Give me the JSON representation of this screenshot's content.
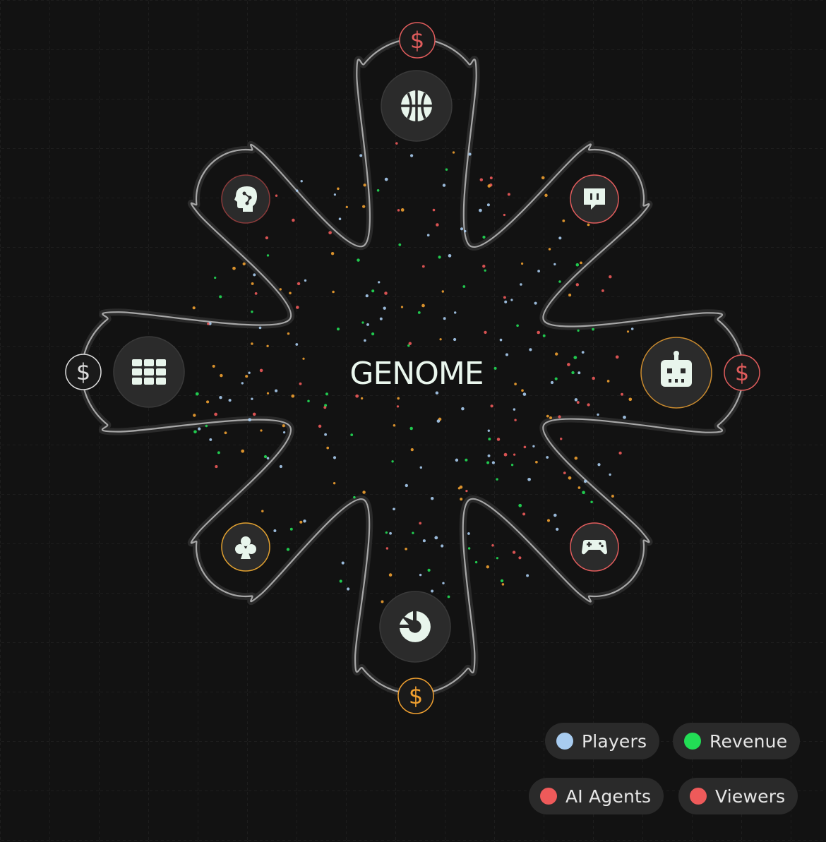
{
  "center": {
    "label": "GENOME",
    "color": "#eaf7ee"
  },
  "nodes": [
    {
      "id": "basketball",
      "icon": "basketball-icon",
      "ring": "#3a3a3a"
    },
    {
      "id": "twitch",
      "icon": "twitch-icon",
      "ring": "#e05c5c"
    },
    {
      "id": "robot",
      "icon": "robot-icon",
      "ring": "#c98a2e"
    },
    {
      "id": "gamepad",
      "icon": "gamepad-icon",
      "ring": "#e05c5c"
    },
    {
      "id": "pie",
      "icon": "pie-chart-icon",
      "ring": "#3a3a3a"
    },
    {
      "id": "club",
      "icon": "club-suit-icon",
      "ring": "#e0a030"
    },
    {
      "id": "grid",
      "icon": "grid-icon",
      "ring": "#3a3a3a"
    },
    {
      "id": "ai-head",
      "icon": "ai-head-icon",
      "ring": "#8a3a3a"
    }
  ],
  "revenue_badges": [
    {
      "position": "top",
      "symbol": "$",
      "color": "#e05c5c"
    },
    {
      "position": "right",
      "symbol": "$",
      "color": "#e05c5c"
    },
    {
      "position": "bottom",
      "symbol": "$",
      "color": "#f0a030"
    },
    {
      "position": "left",
      "symbol": "$",
      "color": "#dddddd"
    }
  ],
  "legend": [
    {
      "label": "Players",
      "color": "#a8ccf0"
    },
    {
      "label": "Revenue",
      "color": "#22dd55"
    },
    {
      "label": "AI Agents",
      "color": "#ee5a5a"
    },
    {
      "label": "Viewers",
      "color": "#ee5a5a"
    }
  ],
  "colors": {
    "background": "#121212",
    "outline": "#bdbdbd",
    "node_fill": "#2b2b2b",
    "icon": "#e8f5ec",
    "particle_palette": [
      "#a8ccf0",
      "#22dd55",
      "#ee5a5a",
      "#f0a030"
    ]
  }
}
